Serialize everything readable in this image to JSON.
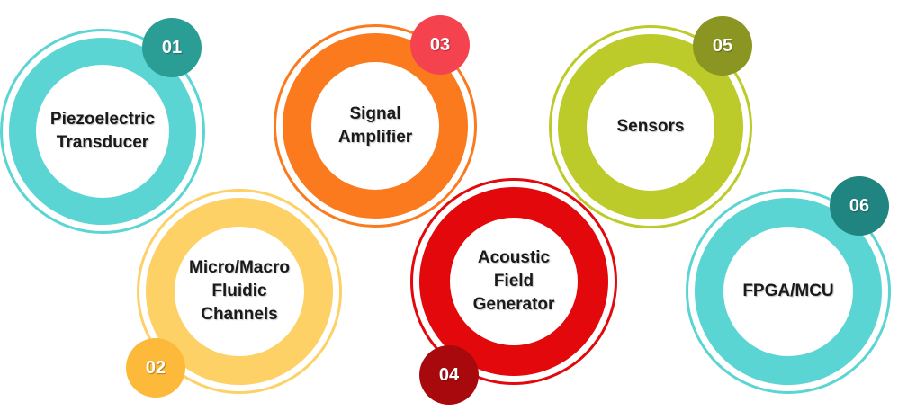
{
  "items": [
    {
      "number": "01",
      "label": "Piezoelectric\nTransducer",
      "ring_color": "#5bd5d3",
      "badge_color": "#2a9d94"
    },
    {
      "number": "02",
      "label": "Micro/Macro\nFluidic\nChannels",
      "ring_color": "#fdd166",
      "badge_color": "#fdb93a"
    },
    {
      "number": "03",
      "label": "Signal\nAmplifier",
      "ring_color": "#fb7a1d",
      "badge_color": "#f4434f"
    },
    {
      "number": "04",
      "label": "Acoustic\nField\nGenerator",
      "ring_color": "#e2080b",
      "badge_color": "#a8090d"
    },
    {
      "number": "05",
      "label": "Sensors",
      "ring_color": "#bccb2a",
      "badge_color": "#8a9621"
    },
    {
      "number": "06",
      "label": "FPGA/MCU",
      "ring_color": "#5bd5d3",
      "badge_color": "#208580"
    }
  ]
}
